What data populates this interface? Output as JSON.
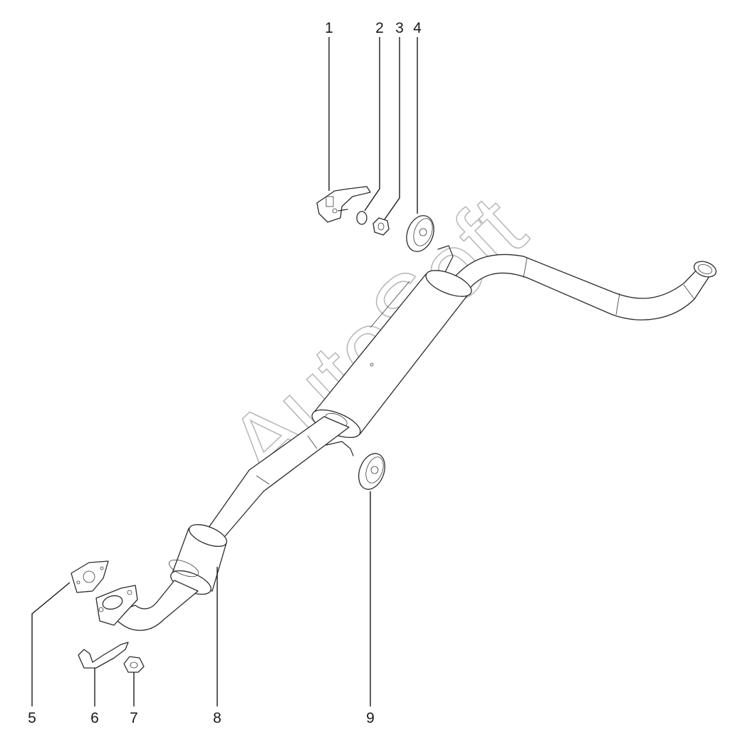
{
  "diagram": {
    "watermark": "AutoSoft",
    "callouts": [
      {
        "id": "callout-1",
        "label": "1"
      },
      {
        "id": "callout-2",
        "label": "2"
      },
      {
        "id": "callout-3",
        "label": "3"
      },
      {
        "id": "callout-4",
        "label": "4"
      },
      {
        "id": "callout-5",
        "label": "5"
      },
      {
        "id": "callout-6",
        "label": "6"
      },
      {
        "id": "callout-7",
        "label": "7"
      },
      {
        "id": "callout-8",
        "label": "8"
      },
      {
        "id": "callout-9",
        "label": "9"
      }
    ]
  }
}
